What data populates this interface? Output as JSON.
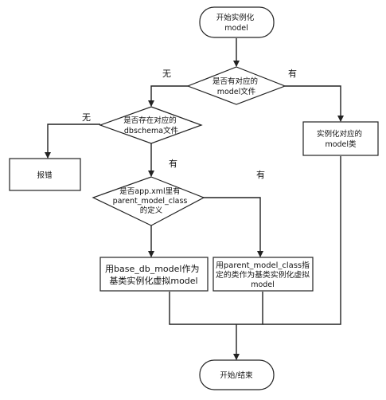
{
  "diagram": {
    "start": {
      "lines": [
        "开始实例化",
        "model"
      ]
    },
    "decision_model_file": {
      "lines": [
        "是否有对应的",
        "model文件"
      ]
    },
    "decision_dbschema": {
      "lines": [
        "是否存在对应的",
        "dbschema文件"
      ]
    },
    "instantiate_model_class": {
      "lines": [
        "实例化对应的",
        "model类"
      ]
    },
    "report_error": {
      "lines": [
        "报错"
      ]
    },
    "decision_parent_class": {
      "lines": [
        "是否app.xml里有",
        "parent_model_class",
        "的定义"
      ]
    },
    "use_base_db_model": {
      "lines": [
        "用base_db_model作为",
        "基类实例化虚拟model"
      ]
    },
    "use_parent_model_class": {
      "lines": [
        "用parent_model_class指",
        "定的类作为基类实例化虚拟",
        "model"
      ]
    },
    "end": {
      "lines": [
        "开始/结束"
      ]
    },
    "edge_labels": {
      "model_file_no": "无",
      "model_file_yes": "有",
      "dbschema_no": "无",
      "dbschema_yes": "有",
      "parent_class_yes": "有"
    }
  }
}
